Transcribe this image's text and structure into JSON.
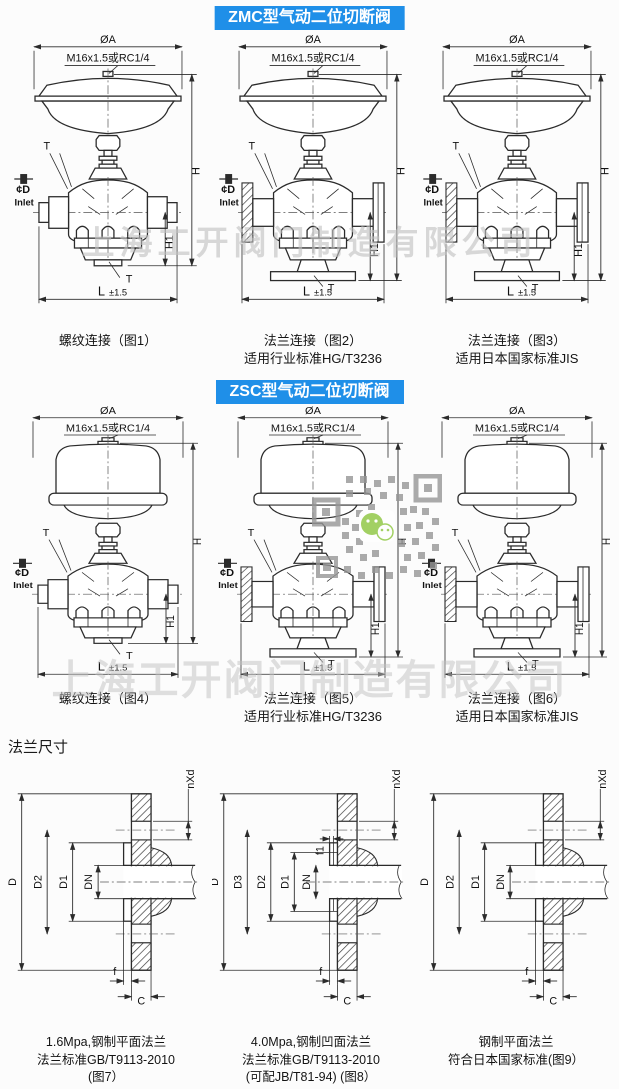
{
  "page": {
    "title_zmc": "ZMC型气动二位切断阀",
    "title_zsc": "ZSC型气动二位切断阀",
    "flange_section_title": "法兰尺寸",
    "watermark": "上海工开阀门制造有限公司",
    "colors": {
      "header_bg": "#1f8fe8",
      "header_text": "#ffffff",
      "line": "#2b2b2b",
      "watermark": "#c2c2c2",
      "wechat_green": "#8cc63e"
    }
  },
  "dims": {
    "dia_a": "ØA",
    "thread": "M16x1.5或RC1/4",
    "h": "H",
    "h1": "H1",
    "t": "T",
    "l": "L",
    "l_tol": "±1.5",
    "dia_d": "¢D",
    "inlet": "Inlet"
  },
  "zmc_figs": [
    {
      "caption": "螺纹连接（图1）",
      "subcaption": ""
    },
    {
      "caption": "法兰连接（图2）",
      "subcaption": "适用行业标准HG/T3236"
    },
    {
      "caption": "法兰连接（图3）",
      "subcaption": "适用日本国家标准JIS"
    }
  ],
  "zsc_figs": [
    {
      "caption": "螺纹连接（图4）",
      "subcaption": ""
    },
    {
      "caption": "法兰连接（图5）",
      "subcaption": "适用行业标准HG/T3236"
    },
    {
      "caption": "法兰连接（图6）",
      "subcaption": "适用日本国家标准JIS"
    }
  ],
  "flange_figs": [
    {
      "nxd": "nXd",
      "d": "D",
      "d2": "D2",
      "d1": "D1",
      "dn": "DN",
      "f": "f",
      "c": "C",
      "caption1": "1.6Mpa,钢制平面法兰",
      "caption2": "法兰标准GB/T9113-2010",
      "caption3": "(图7）"
    },
    {
      "nxd": "nXd",
      "d": "D",
      "d3": "D3",
      "d2": "D2",
      "d1": "D1",
      "dn": "DN",
      "f1": "f1",
      "f": "f",
      "c": "C",
      "caption1": "4.0Mpa,钢制凹面法兰",
      "caption2": "法兰标准GB/T9113-2010",
      "caption3": "(可配JB/T81-94) (图8）"
    },
    {
      "nxd": "nXd",
      "d": "D",
      "d2": "D2",
      "d1": "D1",
      "dn": "DN",
      "f": "f",
      "c": "C",
      "caption1": "钢制平面法兰",
      "caption2": "符合日本国家标准(图9）",
      "caption3": ""
    }
  ]
}
